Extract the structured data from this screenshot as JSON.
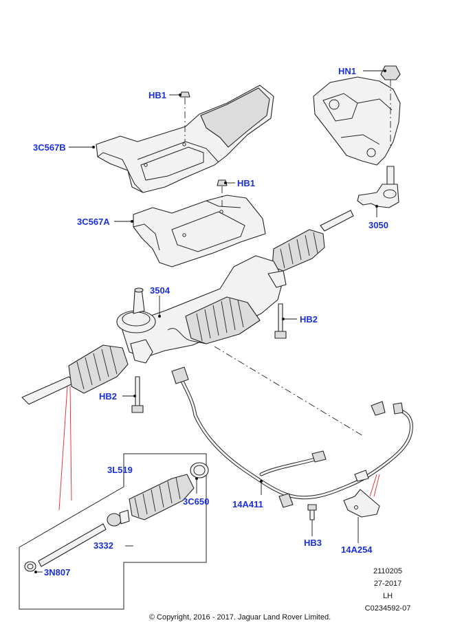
{
  "labels": {
    "hn1": "HN1",
    "hb1_top": "HB1",
    "c567b": "3C567B",
    "hb1_mid": "HB1",
    "c567a": "3C567A",
    "p3050": "3050",
    "p3504": "3504",
    "hb2_right": "HB2",
    "hb2_left": "HB2",
    "l519": "3L519",
    "c650": "3C650",
    "p3332": "3332",
    "n807": "3N807",
    "a411": "14A411",
    "hb3": "HB3",
    "a254": "14A254"
  },
  "meta": {
    "number": "2110205",
    "date": "27-2017",
    "side": "LH",
    "code": "C0234592-07"
  },
  "copyright": "© Copyright, 2016 - 2017. Jaguar Land Rover Limited."
}
